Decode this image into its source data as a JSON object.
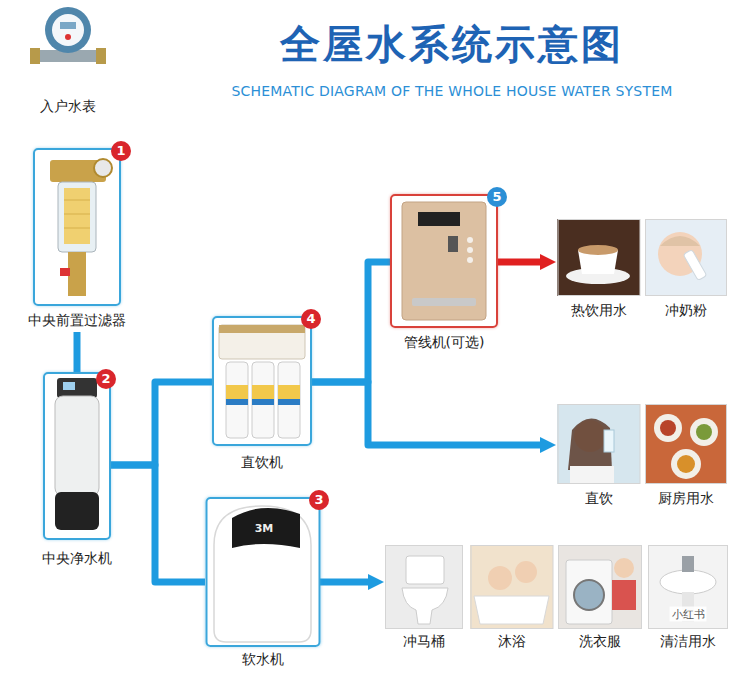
{
  "diagram": {
    "title": "全屋水系统示意图",
    "nodes": [
      {
        "text": [
          "入户水表"
        ]
      },
      {
        "text": [
          "中央前置过滤器"
        ]
      },
      {
        "text": [
          "中央净水机"
        ]
      },
      {
        "text": [
          "直饮机"
        ]
      },
      {
        "text": [
          "软水机"
        ]
      },
      {
        "text": [
          "管线机(可选)"
        ]
      },
      {
        "text": [
          "热饮用水"
        ]
      },
      {
        "text": [
          "冲奶粉"
        ]
      },
      {
        "text": [
          "直饮"
        ]
      },
      {
        "text": [
          "厨房用水"
        ]
      },
      {
        "text": [
          "冲马桶"
        ]
      },
      {
        "text": [
          "沐浴"
        ]
      },
      {
        "text": [
          "洗衣服"
        ]
      },
      {
        "text": [
          "清洁用水"
        ]
      }
    ],
    "edges": [
      {
        "from": 1,
        "to": 2,
        "arrow": "none"
      },
      {
        "from": 2,
        "to": 3,
        "arrow": "none"
      },
      {
        "from": 2,
        "to": 4,
        "arrow": "none"
      },
      {
        "from": 3,
        "to": 5,
        "arrow": "none"
      },
      {
        "from": 3,
        "to": 8,
        "arrow": "to"
      },
      {
        "from": 5,
        "to": 6,
        "arrow": "to"
      },
      {
        "from": 4,
        "to": 10,
        "arrow": "to"
      }
    ],
    "labels": [
      "SCHEMATIC DIAGRAM OF THE WHOLE HOUSE WATER SYSTEM",
      "1",
      "2",
      "3",
      "4",
      "5",
      "3M",
      "小红书"
    ]
  }
}
